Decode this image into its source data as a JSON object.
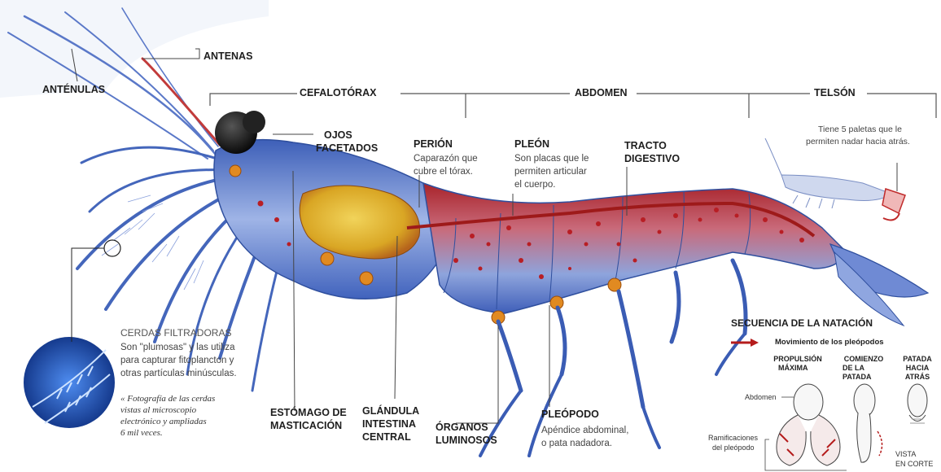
{
  "sections": {
    "cefalotorax": "CEFALOTÓRAX",
    "abdomen": "ABDOMEN",
    "telson": "TELSÓN"
  },
  "labels": {
    "antenas": "ANTENAS",
    "antenulas": "ANTÉNULAS",
    "ojos_l1": "OJOS",
    "ojos_l2": "FACETADOS",
    "perion_title": "PERIÓN",
    "perion_desc_l1": "Caparazón que",
    "perion_desc_l2": "cubre el tórax.",
    "pleon_title": "PLEÓN",
    "pleon_desc_l1": "Son placas que le",
    "pleon_desc_l2": "permiten articular",
    "pleon_desc_l3": "el cuerpo.",
    "tracto_l1": "TRACTO",
    "tracto_l2": "DIGESTIVO",
    "telson_desc_l1": "Tiene 5 paletas que le",
    "telson_desc_l2": "permiten nadar hacia atrás.",
    "cerdas_title": "CERDAS FILTRADORAS",
    "cerdas_l1": "Son \"plumosas\" y las utiliza",
    "cerdas_l2": "para capturar fitoplancton y",
    "cerdas_l3": "otras partículas minúsculas.",
    "foto_l1": "« Fotografía de las cerdas",
    "foto_l2": "vistas al microscopio",
    "foto_l3": "electrónico y ampliadas",
    "foto_l4": "6 mil veces.",
    "estomago_l1": "ESTÓMAGO DE",
    "estomago_l2": "MASTICACIÓN",
    "glandula_l1": "GLÁNDULA",
    "glandula_l2": "INTESTINA",
    "glandula_l3": "CENTRAL",
    "organos_l1": "ÓRGANOS",
    "organos_l2": "LUMINOSOS",
    "pleopodo_title": "PLEÓPODO",
    "pleopodo_l1": "Apéndice abdominal,",
    "pleopodo_l2": "o pata nadadora."
  },
  "swim": {
    "title": "SECUENCIA DE LA NATACIÓN",
    "movement": "Movimiento de los pleópodos",
    "p1_l1": "PROPULSIÓN",
    "p1_l2": "MÁXIMA",
    "p2_l1": "COMIENZO",
    "p2_l2": "DE LA",
    "p2_l3": "PATADA",
    "p3_l1": "PATADA",
    "p3_l2": "HACIA",
    "p3_l3": "ATRÁS",
    "abdomen": "Abdomen",
    "ramif_l1": "Ramificaciones",
    "ramif_l2": "del pleópodo",
    "vista_l1": "VISTA",
    "vista_l2": "EN CORTE"
  },
  "colors": {
    "body_blue": "#4d6fc4",
    "body_red": "#b51c1c",
    "gland_yellow": "#e0b422",
    "line": "#555555"
  }
}
